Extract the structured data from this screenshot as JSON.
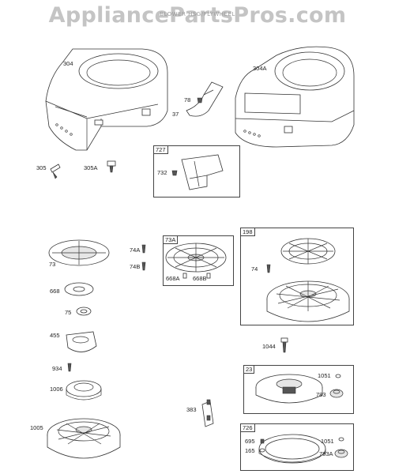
{
  "watermark": {
    "text": "AppliancePartsPros.com",
    "subtitle": "BLOWER HSG/FLYWHEEL"
  },
  "parts": {
    "p304": "304",
    "p304a": "304A",
    "p78": "78",
    "p37": "37",
    "p727": "727",
    "p732": "732",
    "p305": "305",
    "p305a": "305A",
    "p73": "73",
    "p74a": "74A",
    "p74b": "74B",
    "p73a": "73A",
    "p668a": "668A",
    "p668b": "668B",
    "p198": "198",
    "p74": "74",
    "p668": "668",
    "p75": "75",
    "p455": "455",
    "p1044": "1044",
    "p934": "934",
    "p1006": "1006",
    "p23": "23",
    "p1051a": "1051",
    "p783": "783",
    "p383": "383",
    "p1005": "1005",
    "p726": "726",
    "p695": "695",
    "p165": "165",
    "p1051b": "1051",
    "p783a": "783A"
  }
}
